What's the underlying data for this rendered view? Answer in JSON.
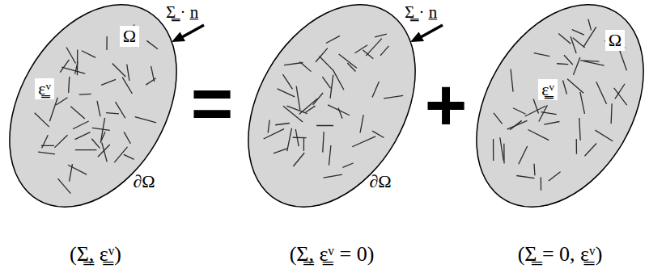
{
  "diagram": {
    "nodes": [
      {
        "text": [
          "Ω",
          "ε̳ᵛ",
          "∂Ω"
        ]
      },
      {
        "text": [
          "∂Ω"
        ]
      },
      {
        "text": [
          "Ω",
          "ε̳ᵛ"
        ]
      }
    ],
    "labels": [
      "Σ̳ · n̲",
      "(Σ̳, ε̳ᵛ)",
      "=",
      "Σ̳ · n̲",
      "(Σ̳, ε̳ᵛ = 0)",
      "+",
      "(Σ̳ = 0, ε̳ᵛ)"
    ]
  }
}
